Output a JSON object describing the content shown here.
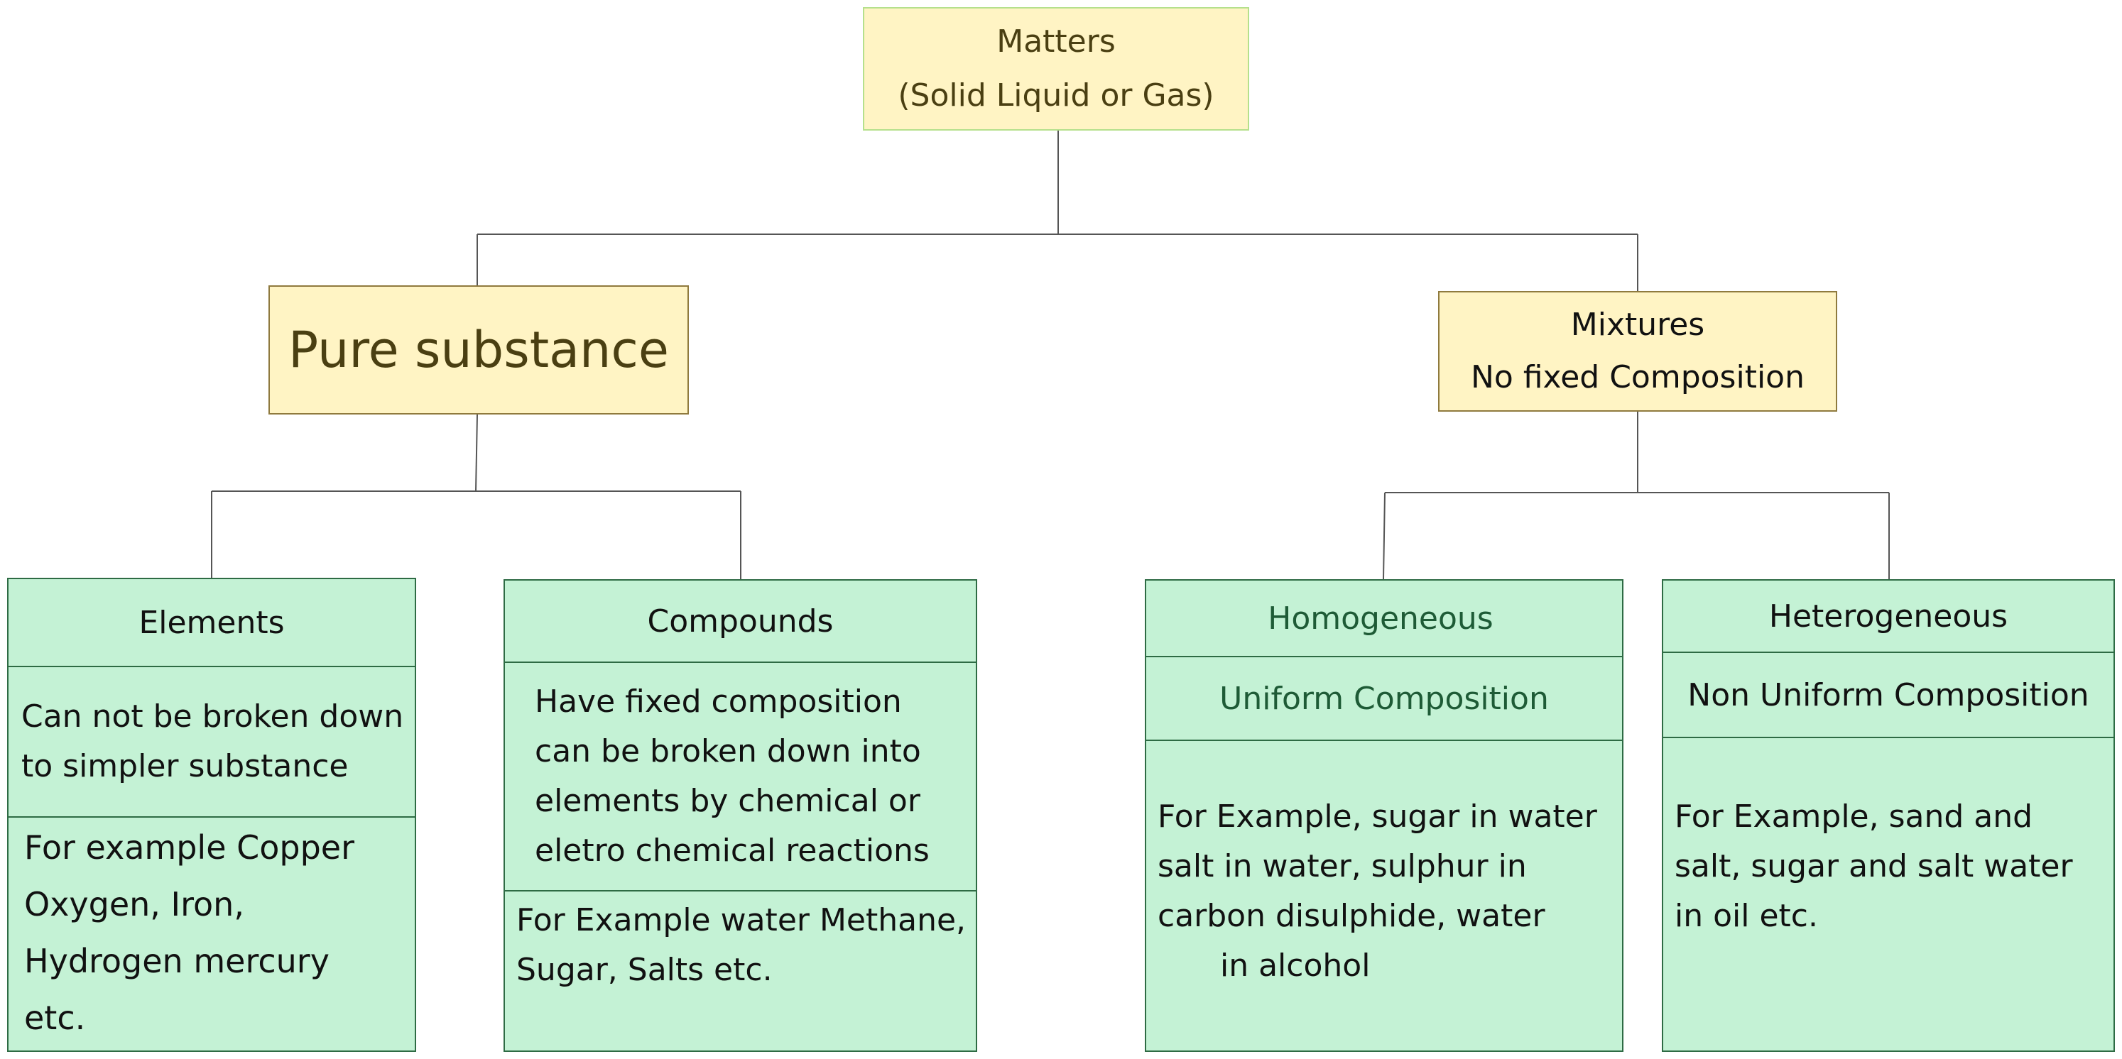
{
  "root": {
    "lines": [
      "Matters",
      "(Solid Liquid or Gas)"
    ]
  },
  "pure": {
    "label": "Pure substance"
  },
  "mixtures": {
    "lines": [
      "Mixtures",
      "No fixed Composition"
    ]
  },
  "elements": {
    "title": "Elements",
    "desc": [
      "Can not be broken down",
      "to simpler substance"
    ],
    "example": [
      "For example Copper",
      "Oxygen, Iron,",
      "Hydrogen mercury",
      "etc."
    ]
  },
  "compounds": {
    "title": "Compounds",
    "desc": [
      "Have fixed composition",
      "can be broken down into",
      "elements by chemical or",
      "eletro chemical reactions"
    ],
    "example": [
      "For Example water Methane,",
      "Sugar, Salts etc."
    ]
  },
  "homogeneous": {
    "title": "Homogeneous",
    "desc": [
      "Uniform Composition"
    ],
    "example": [
      "For Example, sugar in water",
      "salt in water, sulphur in",
      "carbon disulphide, water",
      "in alcohol"
    ]
  },
  "heterogeneous": {
    "title": "Heterogeneous",
    "desc": [
      "Non Uniform Composition"
    ],
    "example": [
      "For Example, sand and",
      "salt, sugar and salt water",
      "in oil etc."
    ]
  },
  "colors": {
    "yellow_fill": "#fff4c4",
    "green_fill": "#c4f2d5",
    "green_border": "#2e6b44",
    "connector": "#555555"
  }
}
